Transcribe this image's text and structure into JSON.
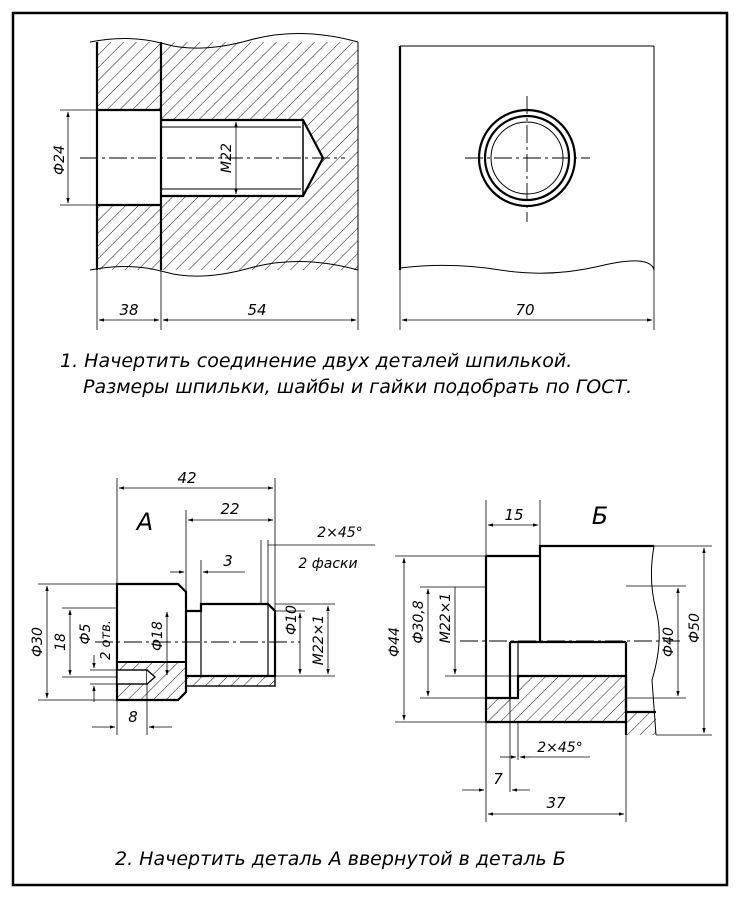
{
  "task1": {
    "line1": "1. Начертить соединение двух деталей шпилькой.",
    "line2": "Размеры шпильки, шайбы и гайки подобрать по ГОСТ.",
    "dims": {
      "d24": "Ф24",
      "m22": "M22",
      "w38": "38",
      "w54": "54",
      "w70": "70"
    }
  },
  "task2": {
    "line": "2. Начертить деталь А ввернутой в деталь Б",
    "partA": {
      "label": "А",
      "dims": {
        "l42": "42",
        "l22": "22",
        "l3": "3",
        "chamfer": "2×45°",
        "chamfers": "2 фаски",
        "d30": "Ф30",
        "l18": "18",
        "d5": "Ф5",
        "holes": "2 отв.",
        "d18": "Ф18",
        "d10": "Ф10",
        "m22x1": "M22×1",
        "l8": "8"
      }
    },
    "partB": {
      "label": "Б",
      "dims": {
        "l15": "15",
        "d44": "Ф44",
        "d308": "Ф30,8",
        "m22x1": "M22×1",
        "d40": "Ф40",
        "d50": "Ф50",
        "chamfer": "2×45°",
        "l7": "7",
        "l37": "37"
      }
    }
  }
}
